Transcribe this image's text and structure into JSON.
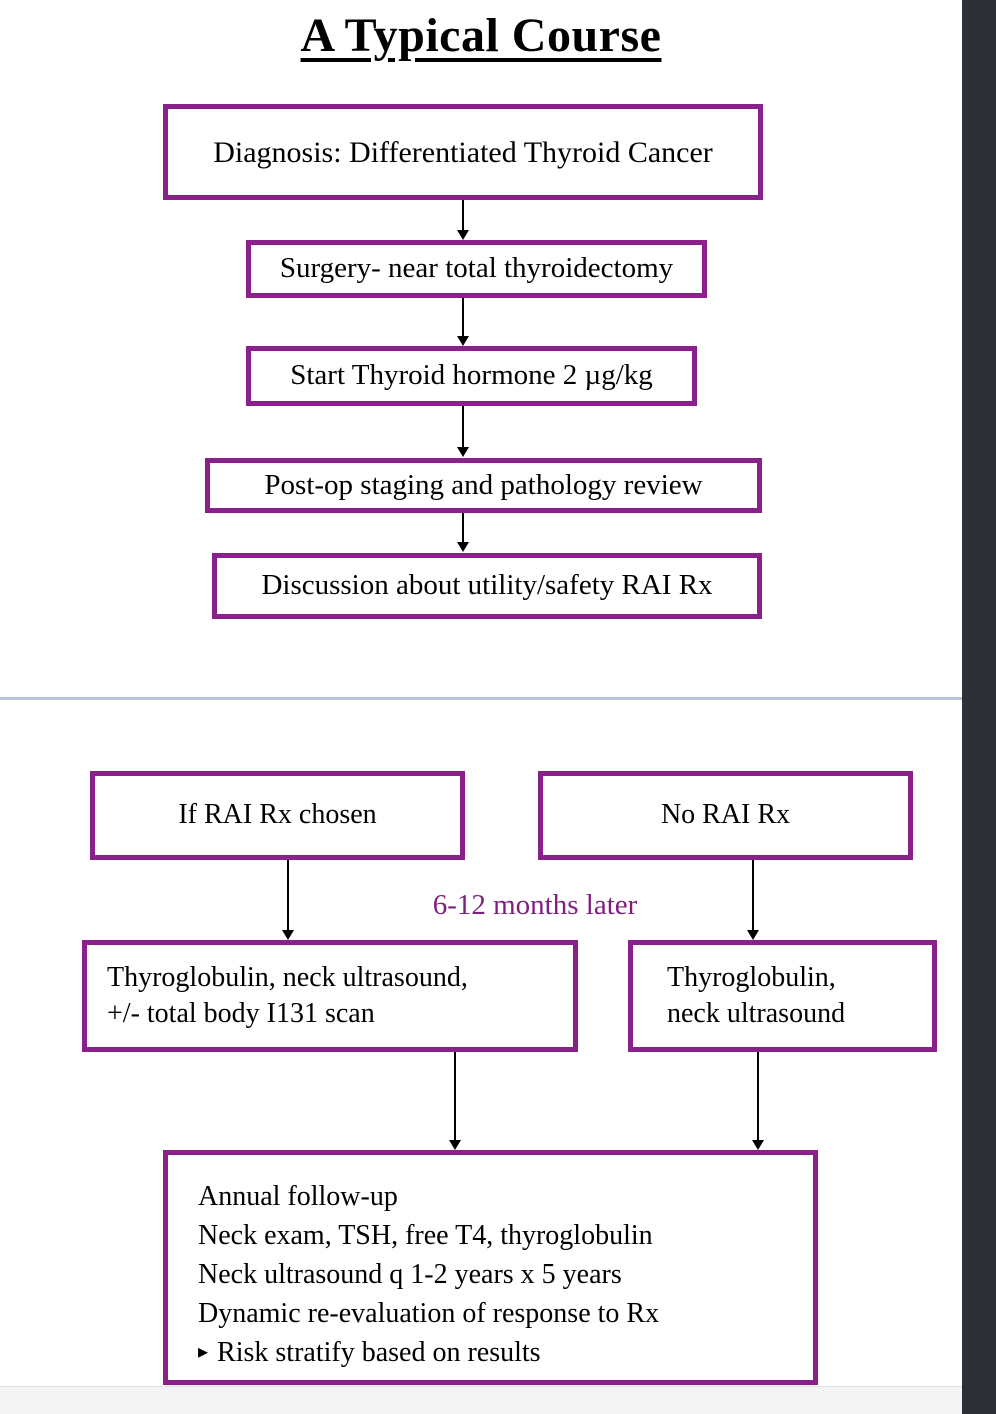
{
  "colors": {
    "box_border": "#8A2089",
    "accent_text": "#7E1F7E",
    "divider": "#B7C4D9",
    "scroll_strip": "#2D2F36",
    "page_gap_bg": "#F4F4F5",
    "line_color": "#000000"
  },
  "slide1": {
    "title": "A Typical Course",
    "boxes": [
      "Diagnosis: Differentiated Thyroid Cancer",
      "Surgery- near total thyroidectomy",
      "Start Thyroid hormone 2 µg/kg",
      "Post-op staging and pathology review",
      "Discussion about utility/safety RAI Rx"
    ]
  },
  "slide2": {
    "branch_left_label": "If RAI Rx chosen",
    "branch_right_label": "No RAI Rx",
    "timing_label": "6-12 months later",
    "left_followup_line1": "Thyroglobulin, neck ultrasound,",
    "left_followup_line2": "+/- total body I131 scan",
    "right_followup_line1": "Thyroglobulin,",
    "right_followup_line2": "neck ultrasound",
    "final_bullet_glyph": "▸",
    "final_box_lines": [
      "Annual follow-up",
      "Neck exam, TSH, free T4, thyroglobulin",
      "Neck ultrasound q 1-2 years x 5 years",
      "Dynamic re-evaluation of response to Rx",
      "Risk stratify based on results"
    ]
  }
}
